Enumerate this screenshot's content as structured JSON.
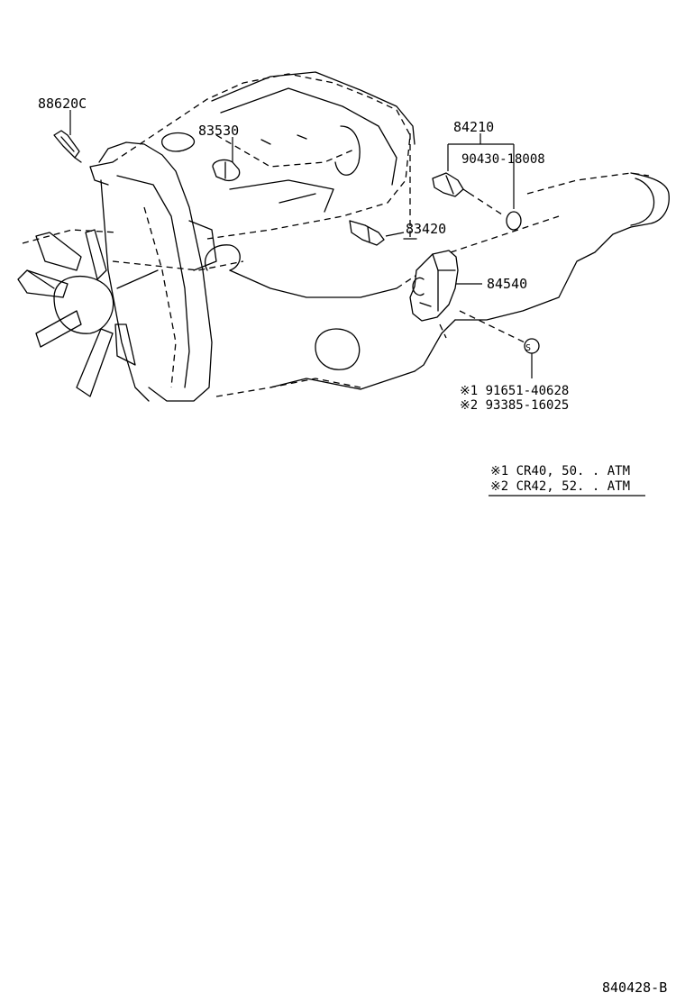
{
  "parts": {
    "p88620c": "88620C",
    "p83530": "83530",
    "p84210": "84210",
    "p90430": "90430-18008",
    "p83420": "83420",
    "p84540": "84540",
    "s_marker": "S",
    "variant1_part": "※1 91651-40628",
    "variant2_part": "※2 93385-16025"
  },
  "legend": {
    "note1": "※1 CR40, 50. . ATM",
    "note2": "※2 CR42, 52. . ATM"
  },
  "figure_id": "840428-B"
}
